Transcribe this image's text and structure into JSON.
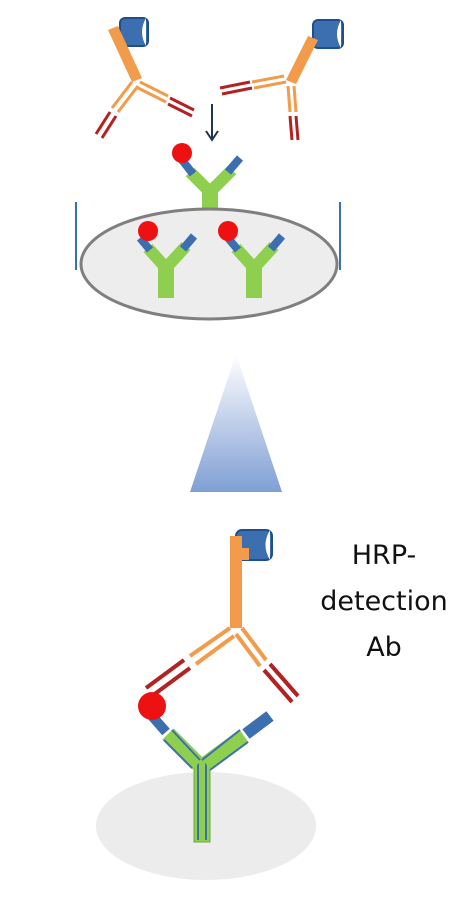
{
  "label": {
    "line1": "HRP-",
    "line2": "detection",
    "line3": "Ab"
  },
  "colors": {
    "hrp_blue": "#3b6fb0",
    "hrp_dark": "#1f4e8a",
    "detection_orange": "#f29b4b",
    "dark_red": "#b22222",
    "capture_green": "#8fcf4f",
    "antigen_red": "#ee1111",
    "well_border": "#7f7f7f",
    "well_fill": "#ededed",
    "triangle_top": "#ffffff",
    "triangle_bottom": "#7f9fd4",
    "arrow": "#1f3550"
  }
}
